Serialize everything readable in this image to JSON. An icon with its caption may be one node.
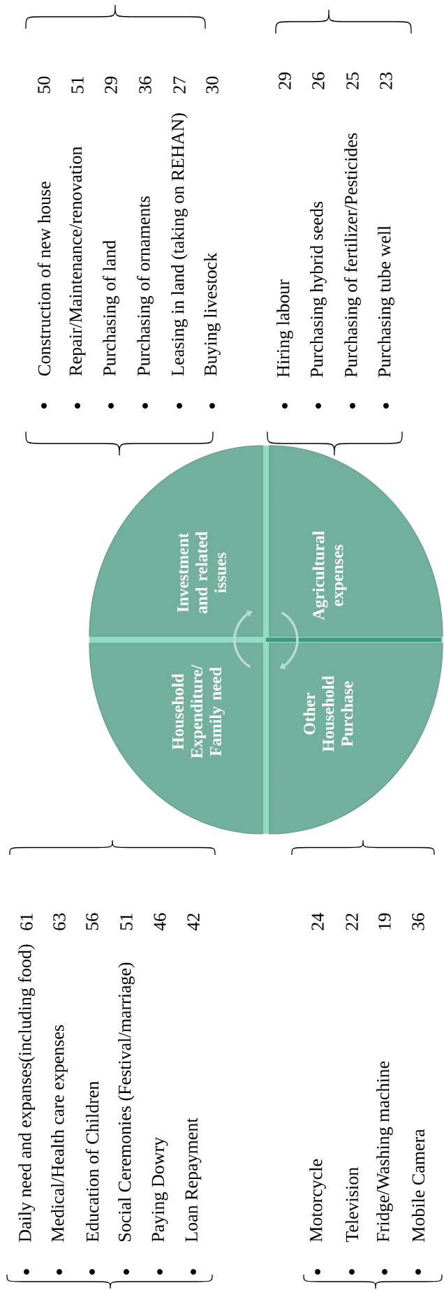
{
  "diagram": {
    "nodes": [
      {
        "text": [
          "Household Expenditure/ Family need"
        ]
      },
      {
        "text": [
          "Investment and related issues"
        ]
      },
      {
        "text": [
          "Other Household Purchase"
        ]
      },
      {
        "text": [
          "Agricultural expenses"
        ]
      }
    ],
    "edges": [
      {
        "from": 0,
        "to": 1,
        "arrow": "to"
      },
      {
        "from": 3,
        "to": 2,
        "arrow": "to"
      }
    ],
    "labels": [
      "Daily need and expanses(including food)",
      "61",
      "Medical/Health care expenses",
      "63",
      "Education of Children",
      "56",
      "Social Ceremonies (Festival/marriage)",
      "51",
      "Paying Dowry",
      "46",
      "Loan Repayment",
      "42",
      "Construction of new house",
      "50",
      "Repair/Maintenance/renovation",
      "51",
      "Purchasing of land",
      "29",
      "Purchasing of ornaments",
      "36",
      "Leasing in land (taking on REHAN)",
      "27",
      "Buying livestock",
      "30",
      "Motorcycle",
      "24",
      "Television",
      "22",
      "Fridge/Washing machine",
      "19",
      "Mobile Camera",
      "36",
      "Hiring labour",
      "29",
      "Purchasing hybrid seeds",
      "26",
      "Purchasing of fertilizer/Pesticides",
      "25",
      "Purchasing tube well",
      "23"
    ]
  }
}
